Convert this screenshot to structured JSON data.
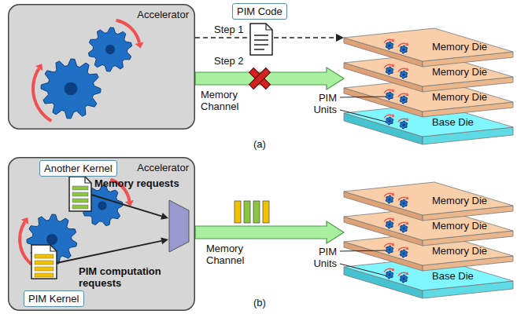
{
  "diagram": {
    "nodes": [
      {
        "text": [
          "Accelerator"
        ]
      },
      {
        "text": [
          "PIM Code"
        ]
      },
      {
        "text": [
          "Memory Die"
        ]
      },
      {
        "text": [
          "Memory Die"
        ]
      },
      {
        "text": [
          "Memory Die"
        ]
      },
      {
        "text": [
          "Base Die"
        ]
      },
      {
        "text": [
          "Accelerator"
        ]
      },
      {
        "text": [
          "Another Kernel"
        ],
        "in": 6
      },
      {
        "text": [
          "PIM Kernel"
        ],
        "in": 6
      },
      {
        "text": [
          "Memory Die"
        ]
      },
      {
        "text": [
          "Memory Die"
        ]
      },
      {
        "text": [
          "Memory Die"
        ]
      },
      {
        "text": [
          "Base Die"
        ]
      }
    ],
    "edges": [
      {
        "from": 0,
        "to": 2,
        "arrow": "to"
      },
      {
        "from": 0,
        "to": 3,
        "arrow": "to"
      },
      {
        "from": 6,
        "to": 10,
        "arrow": "to"
      }
    ],
    "labels": [
      "Step 1",
      "Step 2",
      "Memory Channel",
      "PIM Units",
      "(a)",
      "Memory requests",
      "PIM computation requests",
      "Memory Channel",
      "PIM Units",
      "(b)"
    ]
  }
}
